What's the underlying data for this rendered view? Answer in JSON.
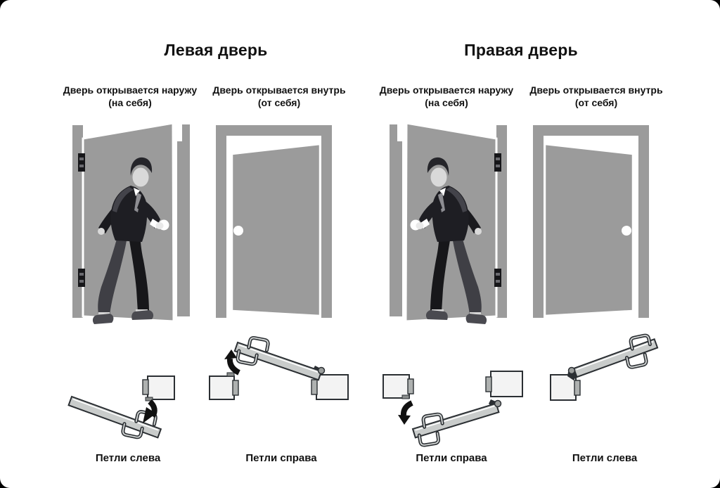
{
  "diagram": {
    "groups": [
      {
        "title": "Левая дверь"
      },
      {
        "title": "Правая дверь"
      }
    ],
    "columns": [
      {
        "caption_line1": "Дверь открывается наружу",
        "caption_line2": "(на себя)",
        "illustration": "man-pulling-door-open-outward-hinges-left",
        "top_view": "door-swinging-outward-hinges-left",
        "hinge_label": "Петли слева"
      },
      {
        "caption_line1": "Дверь открывается внутрь",
        "caption_line2": "(от себя)",
        "illustration": "door-open-inward-knob-left-hinges-right",
        "top_view": "door-swinging-inward-hinges-right",
        "hinge_label": "Петли справа"
      },
      {
        "caption_line1": "Дверь открывается наружу",
        "caption_line2": "(на себя)",
        "illustration": "man-pulling-door-open-outward-hinges-right",
        "top_view": "door-swinging-outward-hinges-right",
        "hinge_label": "Петли справа"
      },
      {
        "caption_line1": "Дверь открывается внутрь",
        "caption_line2": "(от себя)",
        "illustration": "door-open-inward-knob-right-hinges-left",
        "top_view": "door-swinging-inward-hinges-left",
        "hinge_label": "Петли слева"
      }
    ],
    "colors": {
      "page_bg": "#000000",
      "card_bg": "#ffffff",
      "text": "#111111",
      "door_gray": "#9b9b9b",
      "outline": "#2b2f33",
      "bar_fill": "#c9cccb",
      "wall_fill": "#f3f3f3",
      "tab_gray": "#aeb1b0",
      "arrow_black": "#111111",
      "hinge_black": "#161619",
      "suit_dark": "#1e1e23",
      "skin": "#d9d9d9",
      "knob": "#ffffff"
    }
  }
}
